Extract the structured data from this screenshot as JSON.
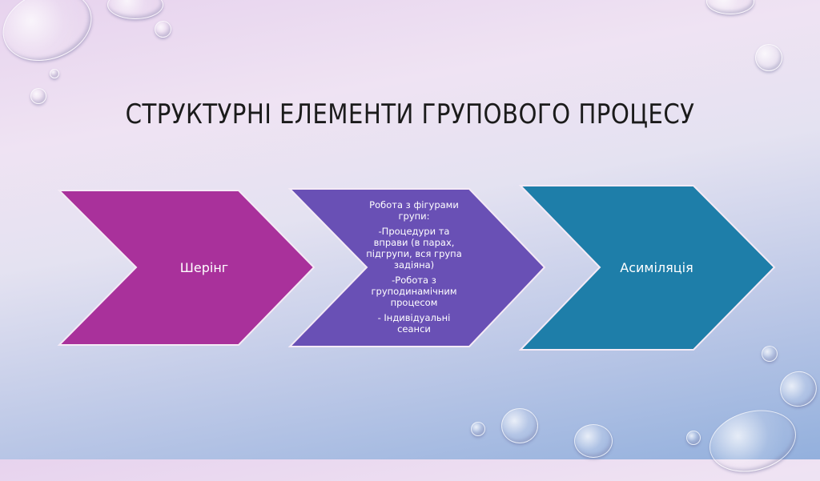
{
  "slide": {
    "title": "СТРУКТУРНІ ЕЛЕМЕНТИ ГРУПОВОГО ПРОЦЕСУ"
  },
  "diagram": {
    "type": "chevron-process",
    "steps": [
      {
        "label": "Шерінг",
        "color": "#a9319b"
      },
      {
        "color": "#6950b5",
        "lines": [
          "Робота з фігурами групи:",
          "-Процедури та вправи (в парах, підгрупи, вся група задіяна)",
          "-Робота з груподинамічним процесом",
          "- Індивідуальні сеанси"
        ]
      },
      {
        "label": "Асиміляція",
        "color": "#1e7ea9"
      }
    ]
  },
  "colors": {
    "step1": "#a9319b",
    "step2": "#6950b5",
    "step3": "#1e7ea9",
    "title_text": "#1b1b1b"
  }
}
